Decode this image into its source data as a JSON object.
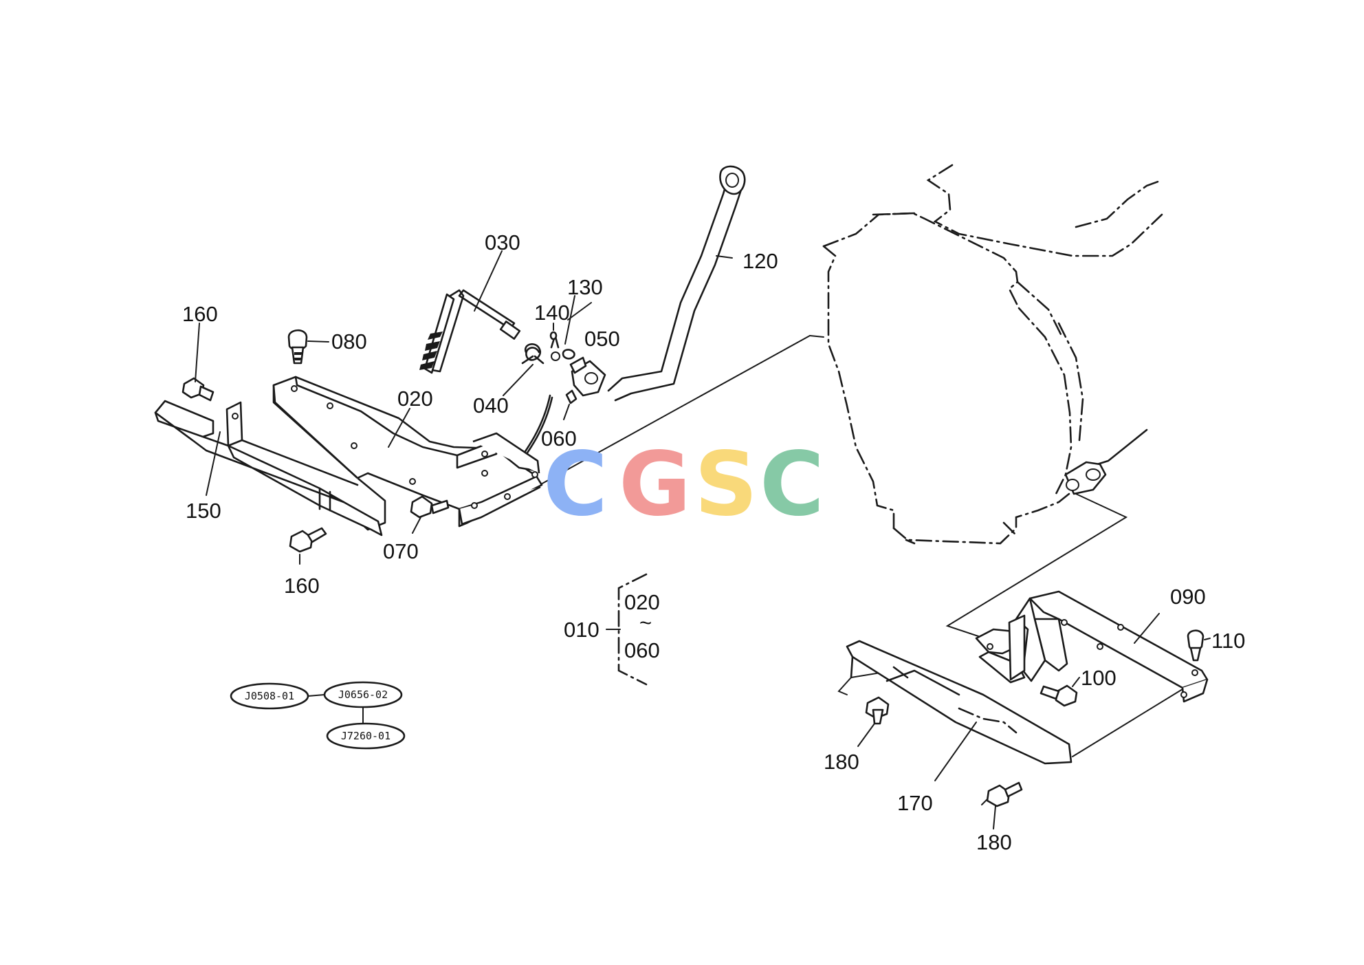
{
  "labels": {
    "p010": "010",
    "p020": "020",
    "p030": "030",
    "p040": "040",
    "p050": "050",
    "p060": "060",
    "p070": "070",
    "p080": "080",
    "p090": "090",
    "p100": "100",
    "p110": "110",
    "p120": "120",
    "p130": "130",
    "p140": "140",
    "p150": "150",
    "p160_top": "160",
    "p160_bottom": "160",
    "p170": "170",
    "p180_left": "180",
    "p180_bottom": "180"
  },
  "group": {
    "first": "020",
    "tilde": "~",
    "last": "060"
  },
  "references": {
    "ref1": "J0508-01",
    "ref2": "J0656-02",
    "ref3": "J7260-01"
  },
  "watermark": {
    "letters": [
      "C",
      "G",
      "S",
      "C"
    ],
    "colors": [
      "#8db2f5",
      "#f29a98",
      "#f9d97a",
      "#86c9a6"
    ]
  }
}
